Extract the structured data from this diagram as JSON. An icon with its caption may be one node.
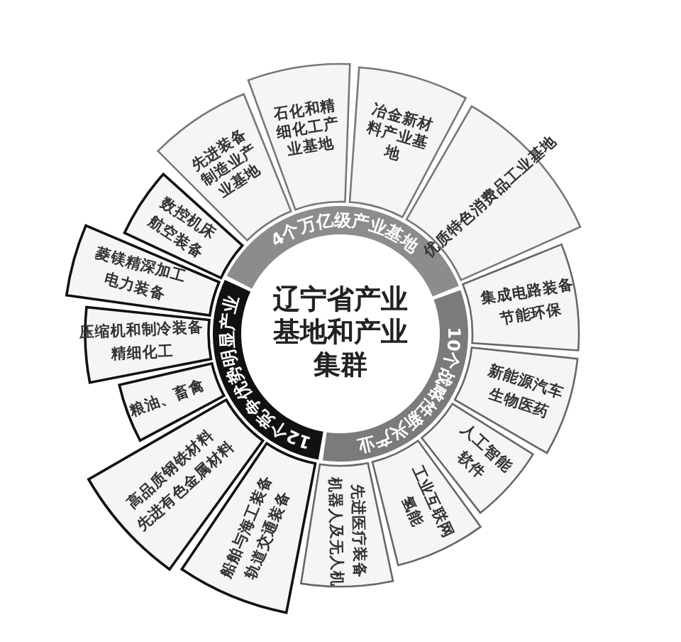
{
  "diagram": {
    "nodes": [
      {
        "text": [
          "辽宁省产业基地和产业集群"
        ]
      },
      {
        "text": [
          "4个万亿级产业基地"
        ]
      },
      {
        "text": [
          "10个战略性新兴产业"
        ]
      },
      {
        "text": [
          "12个竞争优势明显产业"
        ]
      },
      {
        "text": [
          "先进装备制造业产业基地"
        ]
      },
      {
        "text": [
          "石化和精细化工产业基地"
        ]
      },
      {
        "text": [
          "冶金新材料产业基地"
        ]
      },
      {
        "text": [
          "优质特色消费品工业基地"
        ]
      },
      {
        "text": [
          "集成电路装备",
          "节能环保"
        ]
      },
      {
        "text": [
          "新能源汽车",
          "生物医药"
        ]
      },
      {
        "text": [
          "人工智能",
          "软件"
        ]
      },
      {
        "text": [
          "工业互联网",
          "氢能"
        ]
      },
      {
        "text": [
          "先进医疗装备",
          "机器人及无人机"
        ]
      },
      {
        "text": [
          "数控机床",
          "航空装备"
        ]
      },
      {
        "text": [
          "菱镁精深加工",
          "电力装备"
        ]
      },
      {
        "text": [
          "压缩机和制冷装备",
          "精细化工"
        ]
      },
      {
        "text": [
          "粮油、畜禽"
        ]
      },
      {
        "text": [
          "高品质钢铁材料",
          "先进有色金属材料"
        ]
      },
      {
        "text": [
          "船舶与海工装备",
          "轨道交通装备"
        ]
      }
    ]
  }
}
